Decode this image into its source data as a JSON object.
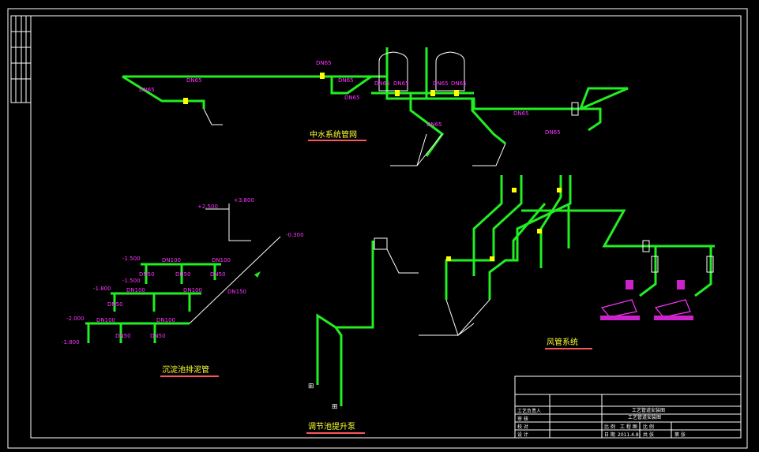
{
  "drawing": {
    "colors": {
      "background": "#000000",
      "pipe": "#22ee22",
      "label": "#ff33ff",
      "title": "#ffff33",
      "underline": "#ff5555",
      "valve": "#ffff00"
    },
    "sections": {
      "reclaimed_water": {
        "title": "中水系统管网"
      },
      "sludge": {
        "title": "沉淀池排泥管"
      },
      "lift_pump": {
        "title": "调节池提升泵"
      },
      "air": {
        "title": "风管系统"
      }
    },
    "reclaimed_labels": [
      "DN65",
      "DN65",
      "DN65",
      "DN65",
      "DN65",
      "DN65",
      "DN65",
      "DN65",
      "DN65",
      "DN65",
      "DN65",
      "DN65"
    ],
    "sludge_labels": {
      "elev": [
        "+2.500",
        "+3.800",
        "-0.300",
        "-1.500",
        "-1.500",
        "-1.800",
        "-2.000",
        "-1.800"
      ],
      "dn": [
        "DN100",
        "DN100",
        "DN50",
        "DN50",
        "DN50",
        "DN100",
        "DN100",
        "DN50",
        "DN100",
        "DN100",
        "DN50",
        "DN50",
        "DN150"
      ]
    },
    "title_block": {
      "rows_left": [
        "工艺负责人",
        "审 核",
        "校 对",
        "设 计"
      ],
      "title1": "工艺管道安装图",
      "title2": "工艺管道安装图",
      "row_a": [
        "比 例",
        "工 程 图",
        "比  例"
      ],
      "row_b": [
        "日 期",
        "2011.4.8",
        "共 张",
        "第 张"
      ]
    }
  }
}
